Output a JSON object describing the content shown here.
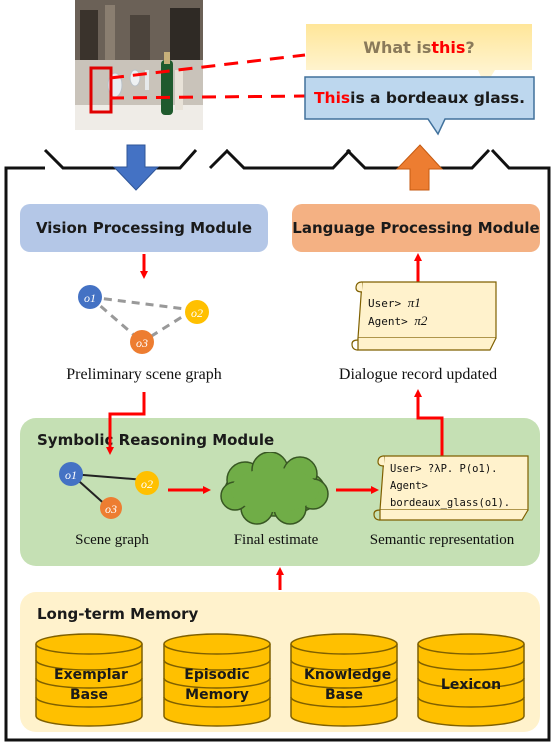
{
  "speech": {
    "question_prefix": "What is ",
    "question_highlight": "this",
    "question_suffix": "?",
    "answer_highlight": "This",
    "answer_rest": " is a bordeaux glass."
  },
  "modules": {
    "vision": "Vision Processing Module",
    "language": "Language Processing Module",
    "symbolic": "Symbolic Reasoning Module",
    "memory": "Long-term Memory"
  },
  "graph_nodes": [
    "o1",
    "o2",
    "o3"
  ],
  "captions": {
    "preliminary": "Preliminary scene graph",
    "dialogue": "Dialogue record updated",
    "scene_graph": "Scene graph",
    "final_estimate": "Final estimate",
    "semantic": "Semantic representation"
  },
  "dialogue_record": {
    "line1_prefix": "User> ",
    "line1_symbol": "π1",
    "line2_prefix": "Agent> ",
    "line2_symbol": "π2"
  },
  "semantic_rep": {
    "line1": "User> ?λP. P(o1).",
    "line2": "Agent>",
    "line3": "bordeaux_glass(o1)."
  },
  "memory_stores": [
    "Exemplar Base",
    "Episodic Memory",
    "Knowledge Base",
    "Lexicon"
  ],
  "colors": {
    "vision_bg": "#b4c7e7",
    "language_bg": "#f4b183",
    "symbolic_bg": "#c5e0b4",
    "memory_bg": "#fff2cc",
    "db_fill": "#ffc000",
    "arrow_red": "#ff0000",
    "node_blue": "#4472c4",
    "node_yellow": "#ffc000",
    "node_orange": "#ed7d31"
  }
}
